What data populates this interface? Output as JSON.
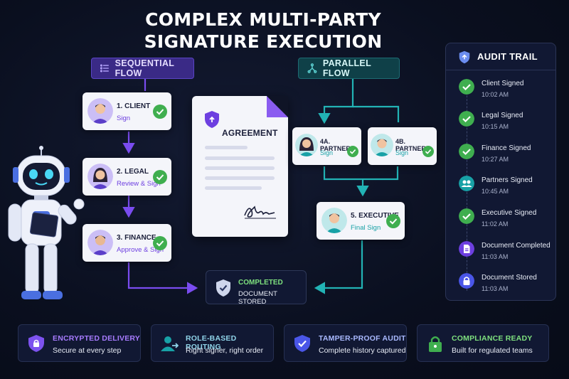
{
  "title": "COMPLEX MULTI-PARTY SIGNATURE EXECUTION",
  "flows": {
    "sequential": {
      "label": "SEQUENTIAL FLOW",
      "color": "#3a2a86"
    },
    "parallel": {
      "label": "PARALLEL FLOW",
      "color": "#0f4048"
    }
  },
  "sequential_steps": [
    {
      "name": "1. CLIENT",
      "action": "Sign"
    },
    {
      "name": "2. LEGAL",
      "action": "Review & Sign"
    },
    {
      "name": "3. FINANCE",
      "action": "Approve & Sign"
    }
  ],
  "parallel_steps": [
    {
      "name": "4A. PARTNER",
      "action": "Sign"
    },
    {
      "name": "4B. PARTNER",
      "action": "Sign"
    }
  ],
  "executive_step": {
    "name": "5. EXECUTIVE",
    "action": "Final Sign"
  },
  "document": {
    "label": "AGREEMENT"
  },
  "completed": {
    "title": "COMPLETED",
    "subtitle": "DOCUMENT STORED"
  },
  "audit_trail": {
    "title": "AUDIT TRAIL",
    "items": [
      {
        "event": "Client Signed",
        "time": "10:02 AM",
        "icon": "check-icon"
      },
      {
        "event": "Legal Signed",
        "time": "10:15 AM",
        "icon": "check-icon"
      },
      {
        "event": "Finance Signed",
        "time": "10:27 AM",
        "icon": "check-icon"
      },
      {
        "event": "Partners Signed",
        "time": "10:45 AM",
        "icon": "users-icon"
      },
      {
        "event": "Executive Signed",
        "time": "11:02 AM",
        "icon": "check-icon"
      },
      {
        "event": "Document Completed",
        "time": "11:03 AM",
        "icon": "document-icon"
      },
      {
        "event": "Document Stored",
        "time": "11:03 AM",
        "icon": "lock-icon"
      }
    ]
  },
  "features": [
    {
      "title": "ENCRYPTED DELIVERY",
      "subtitle": "Secure at every step",
      "color": "#a77bff",
      "icon": "shield-lock-icon"
    },
    {
      "title": "ROLE-BASED ROUTING",
      "subtitle": "Right signer, right order",
      "color": "#8fd3e8",
      "icon": "user-route-icon"
    },
    {
      "title": "TAMPER-PROOF AUDIT",
      "subtitle": "Complete history captured",
      "color": "#a9b9ff",
      "icon": "shield-check-icon"
    },
    {
      "title": "COMPLIANCE READY",
      "subtitle": "Built for regulated teams",
      "color": "#7ee07e",
      "icon": "padlock-icon"
    }
  ],
  "colors": {
    "purple_accent": "#6d3fe0",
    "teal_accent": "#18a1a6",
    "check_green": "#3fae4f"
  }
}
